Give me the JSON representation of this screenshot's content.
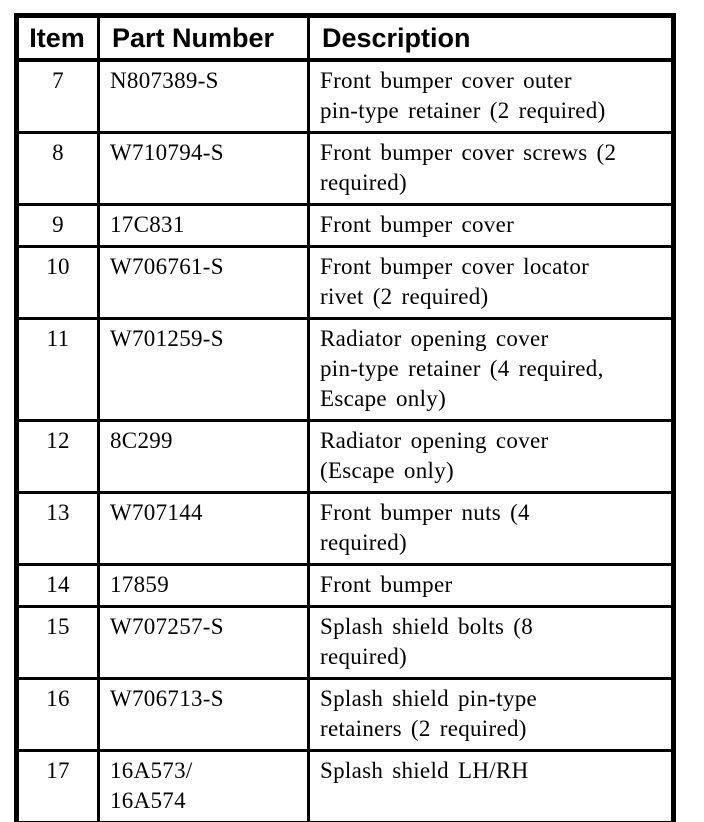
{
  "colors": {
    "background": "#ffffff",
    "border": "#000000",
    "text": "#000000"
  },
  "table": {
    "headers": {
      "item": "Item",
      "part_number": "Part Number",
      "description": "Description"
    },
    "rows": [
      {
        "item": "7",
        "part_number": "N807389-S",
        "description": "Front bumper cover outer\npin-type retainer (2 required)"
      },
      {
        "item": "8",
        "part_number": "W710794-S",
        "description": "Front bumper cover screws (2\nrequired)"
      },
      {
        "item": "9",
        "part_number": "17C831",
        "description": "Front bumper cover"
      },
      {
        "item": "10",
        "part_number": "W706761-S",
        "description": "Front bumper cover locator\nrivet (2 required)"
      },
      {
        "item": "11",
        "part_number": "W701259-S",
        "description": "Radiator opening cover\npin-type retainer (4 required,\nEscape only)"
      },
      {
        "item": "12",
        "part_number": "8C299",
        "description": "Radiator opening cover\n(Escape only)"
      },
      {
        "item": "13",
        "part_number": "W707144",
        "description": "Front bumper nuts (4\nrequired)"
      },
      {
        "item": "14",
        "part_number": "17859",
        "description": "Front bumper"
      },
      {
        "item": "15",
        "part_number": "W707257-S",
        "description": "Splash shield bolts (8\nrequired)"
      },
      {
        "item": "16",
        "part_number": "W706713-S",
        "description": "Splash shield pin-type\nretainers (2 required)"
      },
      {
        "item": "17",
        "part_number": "16A573/\n16A574",
        "description": "Splash shield LH/RH"
      }
    ]
  }
}
